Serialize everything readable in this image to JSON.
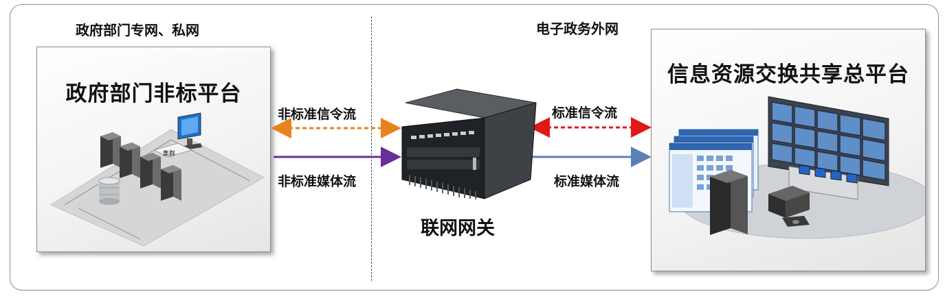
{
  "left_zone_label": "政府部门专网、私网",
  "right_zone_label": "电子政务外网",
  "left_panel": {
    "title": "政府部门非标平台",
    "cluster_label": "集群"
  },
  "right_panel": {
    "title": "信息资源交换共享总平台"
  },
  "flows": {
    "nonstd_signal": "非标准信令流",
    "nonstd_media": "非标准媒体流",
    "std_signal": "标准信令流",
    "std_media": "标准媒体流"
  },
  "gateway_label": "联网网关",
  "colors": {
    "nonstd_signal": "#e8821e",
    "nonstd_media": "#6a2e9c",
    "std_signal": "#e01818",
    "std_media": "#5b80b6"
  }
}
